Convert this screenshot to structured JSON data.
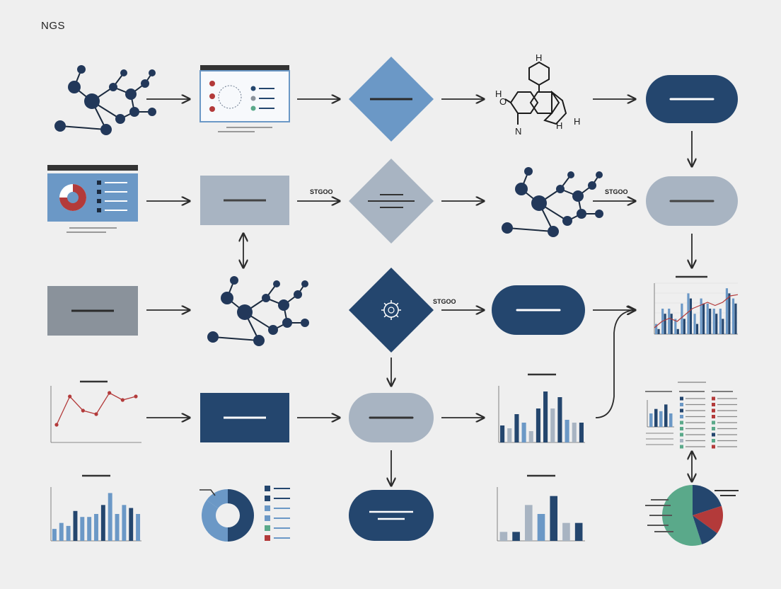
{
  "title": "NGS",
  "edge_labels": [
    "STGOO",
    "STGOO",
    "STGOO"
  ],
  "colors": {
    "navy": "#24466e",
    "steel_blue": "#6b98c6",
    "light_gray_blue": "#a8b4c2",
    "gray": "#8a929b",
    "red": "#b33a3a",
    "teal": "#5aa98a",
    "dark_line": "#2b2b2b"
  },
  "nodes": [
    {
      "id": "molecule-1",
      "shape": "molecule"
    },
    {
      "id": "dashboard-panel-1",
      "shape": "dashboard"
    },
    {
      "id": "decision-diamond-1",
      "shape": "diamond",
      "color": "steel_blue"
    },
    {
      "id": "chemical-structure",
      "shape": "chemical-structure",
      "atoms": [
        "H",
        "O",
        "H",
        "N",
        "H",
        "H"
      ]
    },
    {
      "id": "terminal-pill-1",
      "shape": "pill",
      "color": "navy"
    },
    {
      "id": "dashboard-panel-2",
      "shape": "dashboard-pie"
    },
    {
      "id": "process-box-1",
      "shape": "rect",
      "color": "light_gray_blue"
    },
    {
      "id": "decision-diamond-2",
      "shape": "diamond",
      "color": "light_gray_blue"
    },
    {
      "id": "molecule-2",
      "shape": "molecule"
    },
    {
      "id": "terminal-pill-2",
      "shape": "pill",
      "color": "light_gray_blue"
    },
    {
      "id": "process-box-2",
      "shape": "rect",
      "color": "gray"
    },
    {
      "id": "molecule-3",
      "shape": "molecule"
    },
    {
      "id": "decision-diamond-3",
      "shape": "diamond",
      "color": "navy",
      "icon": "gear-icon"
    },
    {
      "id": "terminal-pill-3",
      "shape": "pill",
      "color": "navy"
    },
    {
      "id": "combo-chart-1",
      "shape": "bar-line-chart"
    },
    {
      "id": "line-chart-1",
      "shape": "line-chart"
    },
    {
      "id": "process-box-3",
      "shape": "rect",
      "color": "navy"
    },
    {
      "id": "terminal-pill-4",
      "shape": "pill",
      "color": "light_gray_blue"
    },
    {
      "id": "bar-chart-1",
      "shape": "bar-chart"
    },
    {
      "id": "report-table",
      "shape": "table-panel"
    },
    {
      "id": "bar-chart-2",
      "shape": "bar-chart"
    },
    {
      "id": "donut-chart",
      "shape": "donut"
    },
    {
      "id": "terminal-pill-5",
      "shape": "pill",
      "color": "navy"
    },
    {
      "id": "bar-chart-3",
      "shape": "bar-chart"
    },
    {
      "id": "pie-chart",
      "shape": "pie"
    }
  ],
  "chart_data": [
    {
      "type": "line",
      "id": "line-chart-1",
      "values": [
        1.0,
        2.6,
        1.8,
        1.6,
        2.8,
        2.4,
        2.6
      ],
      "series_color": "red"
    },
    {
      "type": "bar",
      "id": "combo-chart-1",
      "series": [
        {
          "values": [
            1,
            4,
            4,
            1,
            3,
            7,
            2,
            6,
            5,
            4,
            3,
            8,
            6
          ]
        },
        {
          "values": [
            2,
            5,
            5,
            3,
            6,
            8,
            4,
            7,
            6,
            5,
            5,
            9,
            7
          ]
        }
      ],
      "line": [
        1,
        2,
        2.5,
        2,
        3,
        4,
        4.5,
        5,
        4.5,
        5,
        6,
        6.2
      ]
    },
    {
      "type": "bar",
      "id": "bar-chart-1",
      "values": [
        3,
        2.5,
        5,
        3.5,
        2,
        6,
        9,
        6,
        8,
        4,
        3.5,
        3.5
      ]
    },
    {
      "type": "bar",
      "id": "bar-chart-2",
      "values": [
        2,
        3,
        2.5,
        5,
        4,
        4,
        4.5,
        6,
        8,
        4.5,
        6,
        5.5,
        4.5
      ]
    },
    {
      "type": "bar",
      "id": "bar-chart-3",
      "values": [
        1,
        1,
        4,
        3,
        5,
        2,
        2
      ]
    },
    {
      "type": "pie",
      "id": "donut-chart",
      "values": [
        50,
        35,
        15
      ]
    },
    {
      "type": "pie",
      "id": "pie-chart",
      "values": [
        55,
        20,
        15,
        10
      ]
    },
    {
      "type": "bar",
      "id": "report-table-bars",
      "values": [
        3,
        4,
        3.5,
        5,
        3
      ]
    }
  ]
}
